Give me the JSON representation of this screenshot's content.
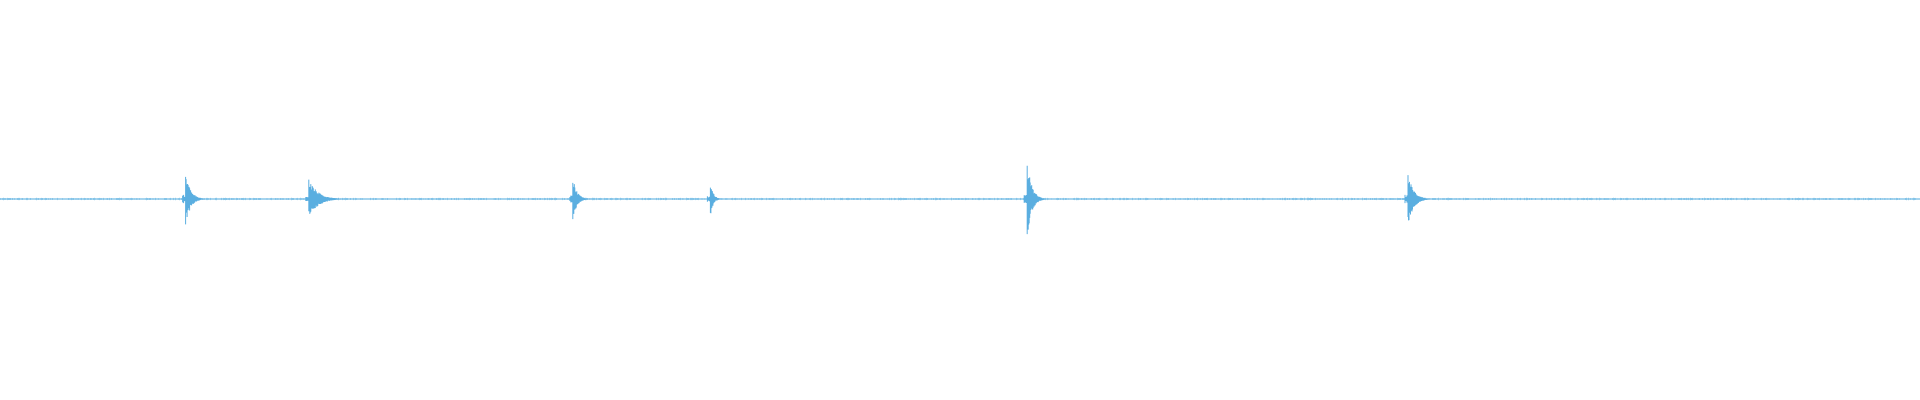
{
  "waveform": {
    "color": "#5aaee0",
    "duration_s": 60,
    "baseline_amplitude": 0.004,
    "transients": [
      {
        "time_s": 5.8,
        "peak": 0.68,
        "decay_s": 0.6
      },
      {
        "time_s": 9.65,
        "peak": 0.52,
        "decay_s": 1.1
      },
      {
        "time_s": 17.9,
        "peak": 0.56,
        "decay_s": 0.5
      },
      {
        "time_s": 22.2,
        "peak": 0.45,
        "decay_s": 0.35
      },
      {
        "time_s": 32.1,
        "peak": 1.0,
        "decay_s": 0.55
      },
      {
        "time_s": 44.0,
        "peak": 0.66,
        "decay_s": 0.7
      }
    ]
  }
}
